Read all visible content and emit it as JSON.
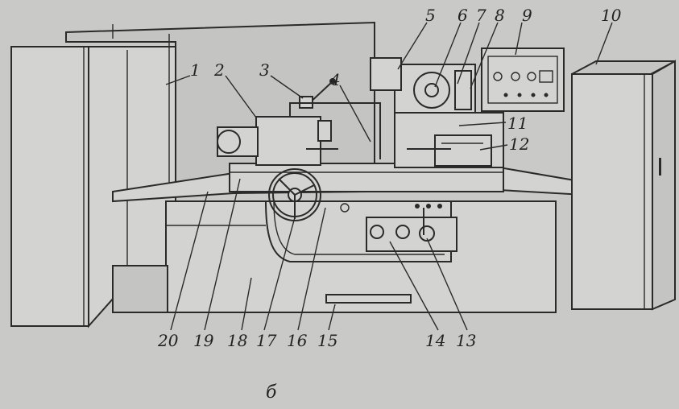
{
  "labels_top": [
    "1",
    "2",
    "3",
    "4",
    "5",
    "6",
    "7",
    "8",
    "9",
    "10",
    "11",
    "12"
  ],
  "labels_bottom": [
    "20",
    "19",
    "18",
    "17",
    "16",
    "15",
    "14",
    "13"
  ],
  "caption": "б",
  "colors": {
    "background": "#c9c9c7",
    "ink": "#2a2a2a"
  }
}
